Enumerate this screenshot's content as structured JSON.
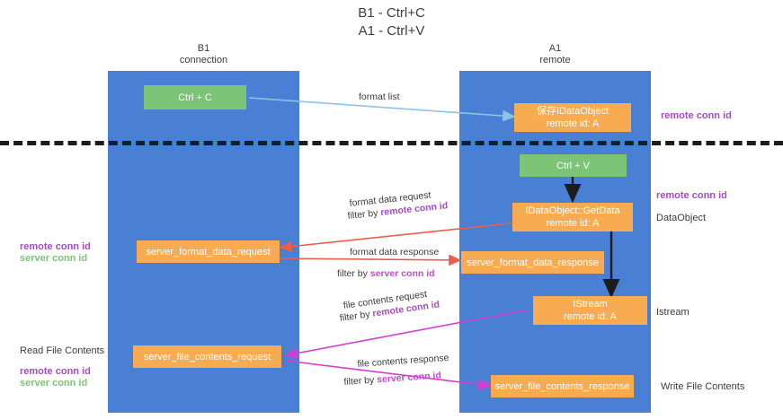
{
  "diagram": {
    "title": "B1 - Ctrl+C\nA1 - Ctrl+V",
    "type": "sequence-swimlane",
    "colors": {
      "lane": "#4a80d4",
      "node_orange": "#f9ab52",
      "node_green": "#7cc576",
      "remote_conn_id": "#a64ac9",
      "server_conn_id_green": "#7cc576",
      "server_conn_id_purple": "#c44ad0",
      "arrow_blue": "#8ec3e8",
      "arrow_red": "#e8604c",
      "arrow_magenta": "#d13fd1",
      "arrow_black": "#1c1c1c",
      "separator": "#1c1c1c",
      "text": "#3c3c3c",
      "background": "#ffffff"
    },
    "lanes": [
      {
        "id": "b1",
        "header": "B1\nconnection"
      },
      {
        "id": "a1",
        "header": "A1\nremote"
      }
    ],
    "nodes": [
      {
        "id": "ctrl-c",
        "label": "Ctrl + C",
        "style": "green"
      },
      {
        "id": "dataobject-store",
        "label": "保存IDataObject\nremote id: A",
        "style": "orange"
      },
      {
        "id": "ctrl-v",
        "label": "Ctrl + V",
        "style": "green"
      },
      {
        "id": "idataobject-getdata",
        "label": "IDataObject::GetData\nremote id: A",
        "style": "orange"
      },
      {
        "id": "server-format-data-request",
        "label": "server_format_data_request",
        "style": "orange"
      },
      {
        "id": "server-format-data-response",
        "label": "server_format_data_response",
        "style": "orange"
      },
      {
        "id": "istream",
        "label": "IStream\nremote id: A",
        "style": "orange"
      },
      {
        "id": "server-file-contents-request",
        "label": "server_file_contents_request",
        "style": "orange"
      },
      {
        "id": "server-file-contents-response",
        "label": "server_file_contents_response",
        "style": "orange"
      }
    ],
    "edges": [
      {
        "id": "format-list",
        "label": "format list",
        "filter_prefix": "",
        "filter_key": "",
        "color": "#8ec3e8"
      },
      {
        "id": "format-data-request",
        "label": "format data request",
        "filter_prefix": "filter by",
        "filter_key": "remote conn id",
        "color": "#e8604c"
      },
      {
        "id": "format-data-response",
        "label": "format data response",
        "filter_prefix": "filter by",
        "filter_key": "server conn id",
        "color": "#e8604c"
      },
      {
        "id": "file-contents-request",
        "label": "file contents request",
        "filter_prefix": "filter by",
        "filter_key": "remote conn id",
        "color": "#d13fd1"
      },
      {
        "id": "file-contents-response",
        "label": "file contents response",
        "filter_prefix": "filter by",
        "filter_key": "server conn id",
        "color": "#d13fd1"
      }
    ],
    "annotations": {
      "right_top_remote": "remote conn id",
      "right_mid_remote": "remote conn id",
      "right_dataobject": "DataObject",
      "right_istream": "Istream",
      "right_write_file_contents": "Write File Contents",
      "left_remote": "remote conn id",
      "left_server": "server conn id",
      "left_read_file_contents": "Read File Contents",
      "left_bottom_remote": "remote conn id",
      "left_bottom_server": "server conn id"
    },
    "edge_text": {
      "format_list": "format list",
      "format_data_request": "format data request",
      "format_data_request_filter_prefix": "filter by ",
      "format_data_request_filter_key": "remote conn id",
      "format_data_response": "format data response",
      "format_data_response_filter_prefix": "filter by ",
      "format_data_response_filter_key": "server conn id",
      "file_contents_request": "file contents request",
      "file_contents_request_filter_prefix": "filter by ",
      "file_contents_request_filter_key": "remote conn id",
      "file_contents_response": "file contents response",
      "file_contents_response_filter_prefix": "filter by ",
      "file_contents_response_filter_key": "server conn id"
    }
  }
}
